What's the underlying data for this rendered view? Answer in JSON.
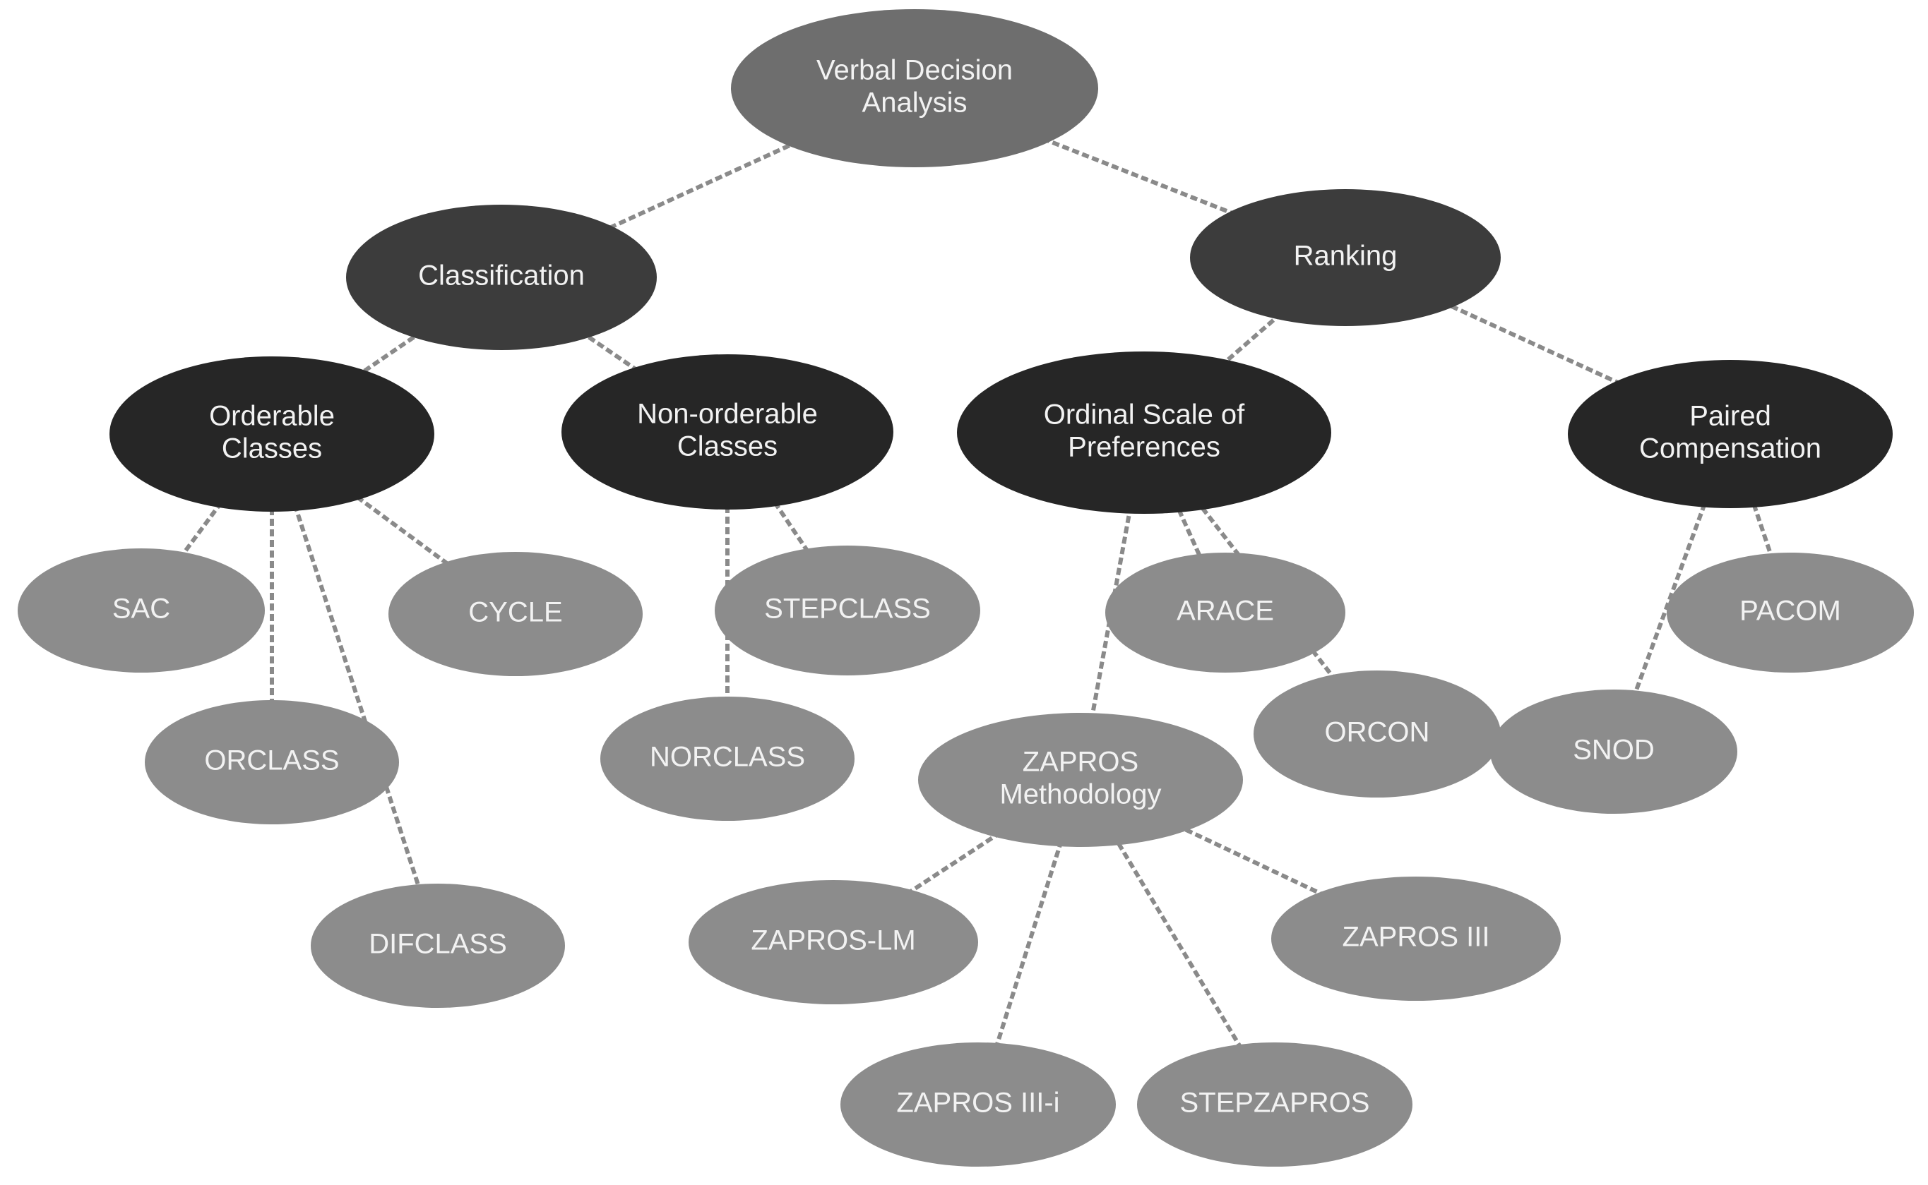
{
  "colors": {
    "root": "#6e6e6e",
    "level1": "#3c3c3c",
    "level2": "#262626",
    "leaf": "#8c8c8c",
    "edge": "#8a8a8a",
    "label": "#f2f2f2"
  },
  "nodes": [
    {
      "id": "verbal-decision-analysis",
      "lines": [
        "Verbal Decision",
        "Analysis"
      ],
      "level": "root"
    },
    {
      "id": "classification",
      "lines": [
        "Classification"
      ],
      "level": "level1"
    },
    {
      "id": "ranking",
      "lines": [
        "Ranking"
      ],
      "level": "level1"
    },
    {
      "id": "orderable-classes",
      "lines": [
        "Orderable",
        "Classes"
      ],
      "level": "level2"
    },
    {
      "id": "non-orderable-classes",
      "lines": [
        "Non-orderable",
        "Classes"
      ],
      "level": "level2"
    },
    {
      "id": "ordinal-scale-of-preferences",
      "lines": [
        "Ordinal Scale of",
        "Preferences"
      ],
      "level": "level2"
    },
    {
      "id": "paired-compensation",
      "lines": [
        "Paired",
        "Compensation"
      ],
      "level": "level2"
    },
    {
      "id": "sac",
      "lines": [
        "SAC"
      ],
      "level": "leaf"
    },
    {
      "id": "cycle",
      "lines": [
        "CYCLE"
      ],
      "level": "leaf"
    },
    {
      "id": "orclass",
      "lines": [
        "ORCLASS"
      ],
      "level": "leaf"
    },
    {
      "id": "difclass",
      "lines": [
        "DIFCLASS"
      ],
      "level": "leaf"
    },
    {
      "id": "stepclass",
      "lines": [
        "STEPCLASS"
      ],
      "level": "leaf"
    },
    {
      "id": "norclass",
      "lines": [
        "NORCLASS"
      ],
      "level": "leaf"
    },
    {
      "id": "arace",
      "lines": [
        "ARACE"
      ],
      "level": "leaf"
    },
    {
      "id": "orcon",
      "lines": [
        "ORCON"
      ],
      "level": "leaf"
    },
    {
      "id": "zapros-methodology",
      "lines": [
        "ZAPROS",
        "Methodology"
      ],
      "level": "leaf"
    },
    {
      "id": "pacom",
      "lines": [
        "PACOM"
      ],
      "level": "leaf"
    },
    {
      "id": "snod",
      "lines": [
        "SNOD"
      ],
      "level": "leaf"
    },
    {
      "id": "zapros-lm",
      "lines": [
        "ZAPROS-LM"
      ],
      "level": "leaf"
    },
    {
      "id": "zapros-iii",
      "lines": [
        "ZAPROS III"
      ],
      "level": "leaf"
    },
    {
      "id": "zapros-iii-i",
      "lines": [
        "ZAPROS III-i"
      ],
      "level": "leaf"
    },
    {
      "id": "stepzapros",
      "lines": [
        "STEPZAPROS"
      ],
      "level": "leaf"
    }
  ],
  "edges": [
    [
      "verbal-decision-analysis",
      "classification"
    ],
    [
      "verbal-decision-analysis",
      "ranking"
    ],
    [
      "classification",
      "orderable-classes"
    ],
    [
      "classification",
      "non-orderable-classes"
    ],
    [
      "ranking",
      "ordinal-scale-of-preferences"
    ],
    [
      "ranking",
      "paired-compensation"
    ],
    [
      "orderable-classes",
      "sac"
    ],
    [
      "orderable-classes",
      "orclass"
    ],
    [
      "orderable-classes",
      "difclass"
    ],
    [
      "orderable-classes",
      "cycle"
    ],
    [
      "non-orderable-classes",
      "norclass"
    ],
    [
      "non-orderable-classes",
      "stepclass"
    ],
    [
      "ordinal-scale-of-preferences",
      "zapros-methodology"
    ],
    [
      "ordinal-scale-of-preferences",
      "arace"
    ],
    [
      "ordinal-scale-of-preferences",
      "orcon"
    ],
    [
      "paired-compensation",
      "snod"
    ],
    [
      "paired-compensation",
      "pacom"
    ],
    [
      "zapros-methodology",
      "zapros-lm"
    ],
    [
      "zapros-methodology",
      "zapros-iii-i"
    ],
    [
      "zapros-methodology",
      "stepzapros"
    ],
    [
      "zapros-methodology",
      "zapros-iii"
    ]
  ]
}
